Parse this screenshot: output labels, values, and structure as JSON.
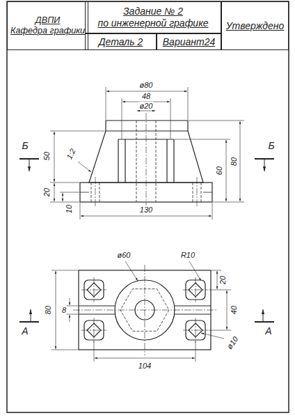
{
  "diagram": {
    "nodes": [
      {
        "text": [
          "ДВПИ",
          "Кафедра графики"
        ]
      },
      {
        "text": [
          "Задание № 2",
          "по инженерной графике"
        ]
      },
      {
        "text": [
          "Деталь 2"
        ]
      },
      {
        "text": [
          "Вариант24"
        ]
      },
      {
        "text": [
          "Утверждено"
        ]
      }
    ],
    "labels": [
      "ø80",
      "48",
      "ø20",
      "Б",
      "Б",
      "1:2",
      "50",
      "20",
      "10",
      "60",
      "80",
      "130",
      "ø60",
      "R10",
      "20",
      "8",
      "80",
      "40",
      "ø10",
      "104",
      "А",
      "А"
    ]
  }
}
